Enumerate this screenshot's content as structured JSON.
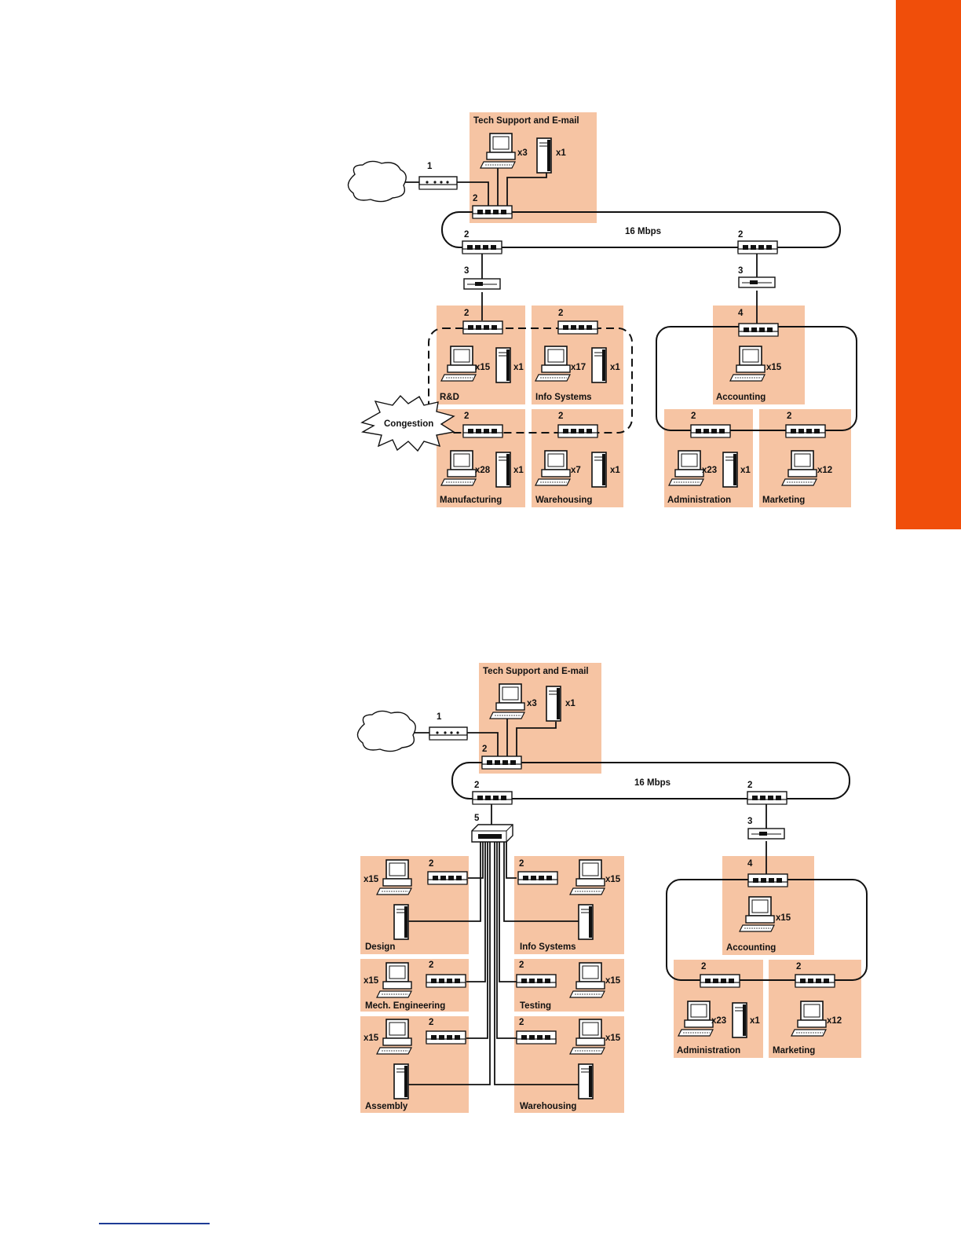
{
  "colors": {
    "accent_tab": "#f04e0a",
    "zone_fill": "#f6c4a3",
    "footer_rule": "#1e3c96"
  },
  "diagram1": {
    "ring_label": "16 Mbps",
    "congestion_label": "Congestion",
    "tech": {
      "name": "Tech Support and E-mail",
      "pc_count": "x3",
      "server_count": "x1"
    },
    "markers": {
      "router": "1",
      "hub": "2",
      "bridge": "3",
      "hub4": "4"
    },
    "zones": {
      "rd": {
        "name": "R&D",
        "pc_count": "x15",
        "server_count": "x1"
      },
      "info": {
        "name": "Info Systems",
        "pc_count": "x17",
        "server_count": "x1"
      },
      "mfg": {
        "name": "Manufacturing",
        "pc_count": "x28",
        "server_count": "x1"
      },
      "wh": {
        "name": "Warehousing",
        "pc_count": "x7",
        "server_count": "x1"
      },
      "acct": {
        "name": "Accounting",
        "pc_count": "x15"
      },
      "admin": {
        "name": "Administration",
        "pc_count": "x23",
        "server_count": "x1"
      },
      "mkt": {
        "name": "Marketing",
        "pc_count": "x12"
      }
    }
  },
  "diagram2": {
    "ring_label": "16 Mbps",
    "tech": {
      "name": "Tech Support and E-mail",
      "pc_count": "x3",
      "server_count": "x1"
    },
    "markers": {
      "router": "1",
      "hub": "2",
      "bridge": "3",
      "hub4": "4",
      "switch": "5"
    },
    "zones": {
      "design": {
        "name": "Design",
        "pc_count": "x15"
      },
      "info": {
        "name": "Info Systems",
        "pc_count": "x15"
      },
      "mech": {
        "name": "Mech. Engineering",
        "pc_count": "x15"
      },
      "testing": {
        "name": "Testing",
        "pc_count": "x15"
      },
      "assembly": {
        "name": "Assembly",
        "pc_count": "x15"
      },
      "wh": {
        "name": "Warehousing",
        "pc_count": "x15"
      },
      "acct": {
        "name": "Accounting",
        "pc_count": "x15"
      },
      "admin": {
        "name": "Administration",
        "pc_count": "x23",
        "server_count": "x1"
      },
      "mkt": {
        "name": "Marketing",
        "pc_count": "x12"
      }
    }
  }
}
